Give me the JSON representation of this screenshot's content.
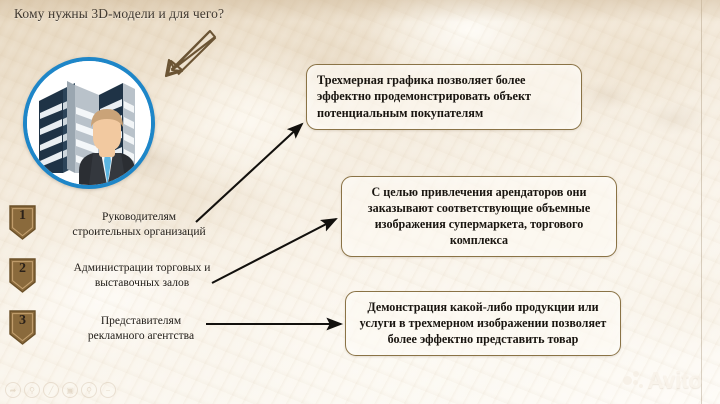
{
  "slide": {
    "title": "Кому нужны 3D-модели и для чего?",
    "background_color": "#f4e9d8",
    "accent_circle_color": "#1e86c8",
    "badge_color": "#8a6a3c",
    "box_border_color": "#8a7346",
    "text_color": "#191510"
  },
  "illustration": {
    "name": "office-buildings-and-businessman",
    "building_dark_color": "#1f3346",
    "building_light_color": "#b9c2ca",
    "suit_color": "#2b2e33",
    "tie_color": "#5bb4e0",
    "skin_color": "#f2c9a0"
  },
  "audience": {
    "items": [
      {
        "number": "1",
        "label": "Руководителям\nстроительных организаций",
        "line1": "Руководителям",
        "line2": "строительных организаций"
      },
      {
        "number": "2",
        "label": "Администрации торговых и\nвыставочных залов",
        "line1": "Администрации торговых и",
        "line2": "выставочных залов"
      },
      {
        "number": "3",
        "label": "Представителям\nрекламного агентства",
        "line1": "Представителям",
        "line2": "рекламного агентства"
      }
    ]
  },
  "callouts": [
    {
      "id": "box-1",
      "text": "Трехмерная графика позволяет более эффектно продемонстрировать объект потенциальным покупателям"
    },
    {
      "id": "box-2",
      "text": "С целью привлечения арендаторов они заказывают соответствующие объемные изображения супермаркета, торгового комплекса"
    },
    {
      "id": "box-3",
      "text": "Демонстрация какой-либо продукции или услуги в трехмерном изображении позволяет более эффектно представить товар"
    }
  ],
  "connectors": [
    {
      "from": "audience-item-1",
      "to": "box-1",
      "direction": "up-right"
    },
    {
      "from": "audience-item-2",
      "to": "box-2",
      "direction": "up-right"
    },
    {
      "from": "audience-item-3",
      "to": "box-3",
      "direction": "right"
    }
  ],
  "hint_arrow": {
    "name": "down-left-arrow",
    "points_to": "illustration"
  },
  "watermarks": {
    "toolbar_icons": [
      "share-icon",
      "pin-icon",
      "edit-icon",
      "copy-icon",
      "search-icon",
      "minus-icon"
    ],
    "brand": "Avito"
  }
}
